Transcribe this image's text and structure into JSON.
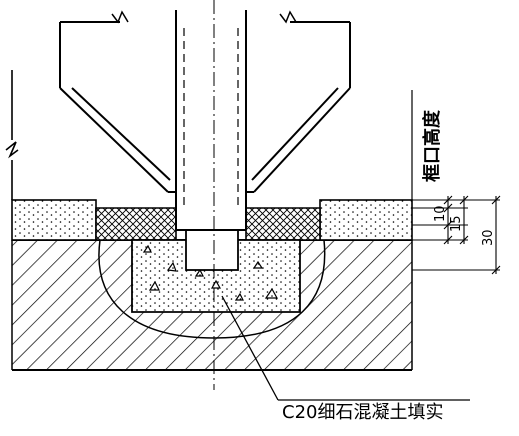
{
  "labels": {
    "frame_height": "框口高度",
    "dim_10": "10",
    "dim_15": "15",
    "dim_30": "30",
    "fill_note": "C20细石混凝土填实"
  }
}
